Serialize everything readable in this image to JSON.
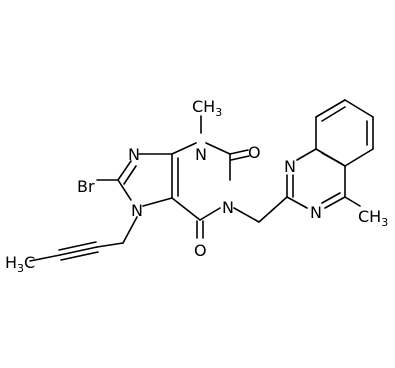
{
  "molecule": {
    "atom_labels": {
      "br": "Br",
      "n7": "N",
      "n9": "N",
      "n3": "N",
      "n1": "N",
      "c2_o": "O",
      "c6_o": "O",
      "n3_methyl": "CH",
      "n3_methyl_sub": "3",
      "butyne_terminal": "H",
      "butyne_terminal_c": "C",
      "butyne_terminal_sub": "3",
      "quin_n1": "N",
      "quin_n3": "N",
      "quin_methyl": "CH",
      "quin_methyl_sub": "3"
    },
    "colors": {
      "bond": "#000000",
      "label": "#000000",
      "background": "#ffffff"
    }
  }
}
